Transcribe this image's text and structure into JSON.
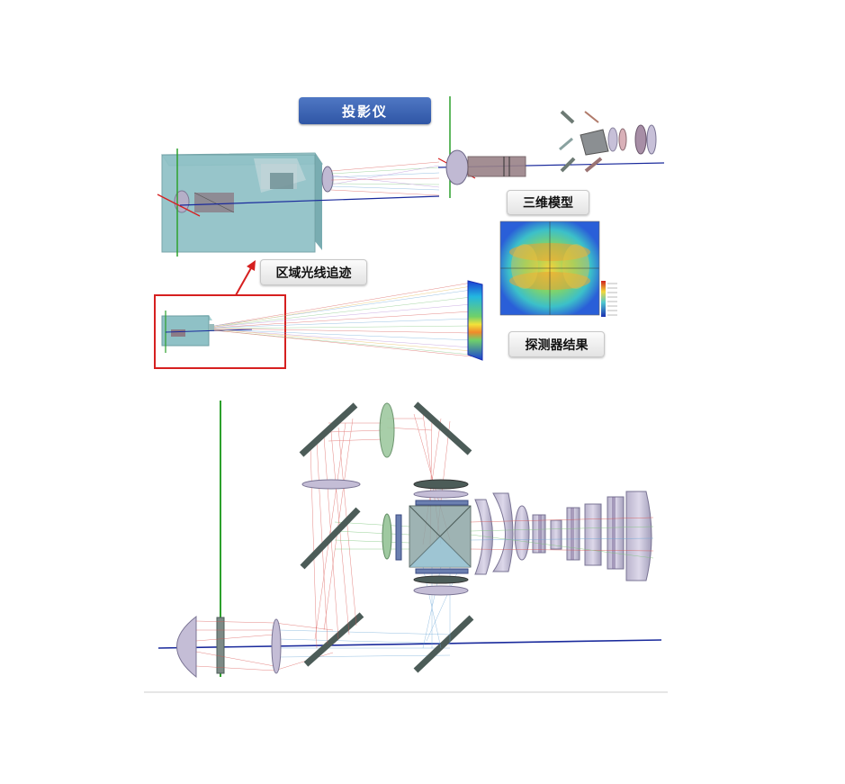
{
  "labels": {
    "title": "投影仪",
    "model_3d": "三维模型",
    "region_trace": "区域光线追迹",
    "detector_result": "探测器结果"
  },
  "colors": {
    "title_blue": "#3a62b3",
    "housing_teal": "#8fc1c6",
    "highlight_red": "#d62020",
    "axis_green": "#2ca02c",
    "axis_blue": "#1a2a9c",
    "ray_red": "#d9534f",
    "ray_blue": "#6aa6d6",
    "ray_green": "#7cc47a",
    "lens_gray": "#8a8aa8",
    "mirror_dark": "#4c5c58"
  }
}
